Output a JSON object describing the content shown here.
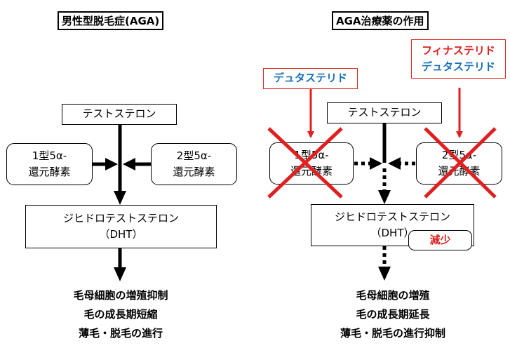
{
  "left": {
    "title": "男性型脱毛症(AGA)",
    "testosterone": "テストステロン",
    "enzyme1": [
      "1型5α-",
      "還元酵素"
    ],
    "enzyme2": [
      "2型5α-",
      "還元酵素"
    ],
    "dht": [
      "ジヒドロテストステロン",
      "（DHT）"
    ],
    "outcomes": [
      "毛母細胞の増殖抑制",
      "毛の成長期短縮",
      "薄毛・脱毛の進行"
    ]
  },
  "right": {
    "title": "AGA治療薬の作用",
    "drug_single": "デュタステリド",
    "drug_pair": [
      "フィナステリド",
      "デュタステリド"
    ],
    "testosterone": "テストステロン",
    "enzyme1": [
      "1型5α-",
      "還元酵素"
    ],
    "enzyme2": [
      "2型5α-",
      "還元酵素"
    ],
    "dht": [
      "ジヒドロテストステロン",
      "（DHT）"
    ],
    "decrease": "減少",
    "outcomes": [
      "毛母細胞の増殖",
      "毛の成長期延長",
      "薄毛・脱毛の進行抑制"
    ]
  },
  "colors": {
    "red": "#e02020",
    "blue": "#1a6fb8",
    "black": "#000000"
  }
}
